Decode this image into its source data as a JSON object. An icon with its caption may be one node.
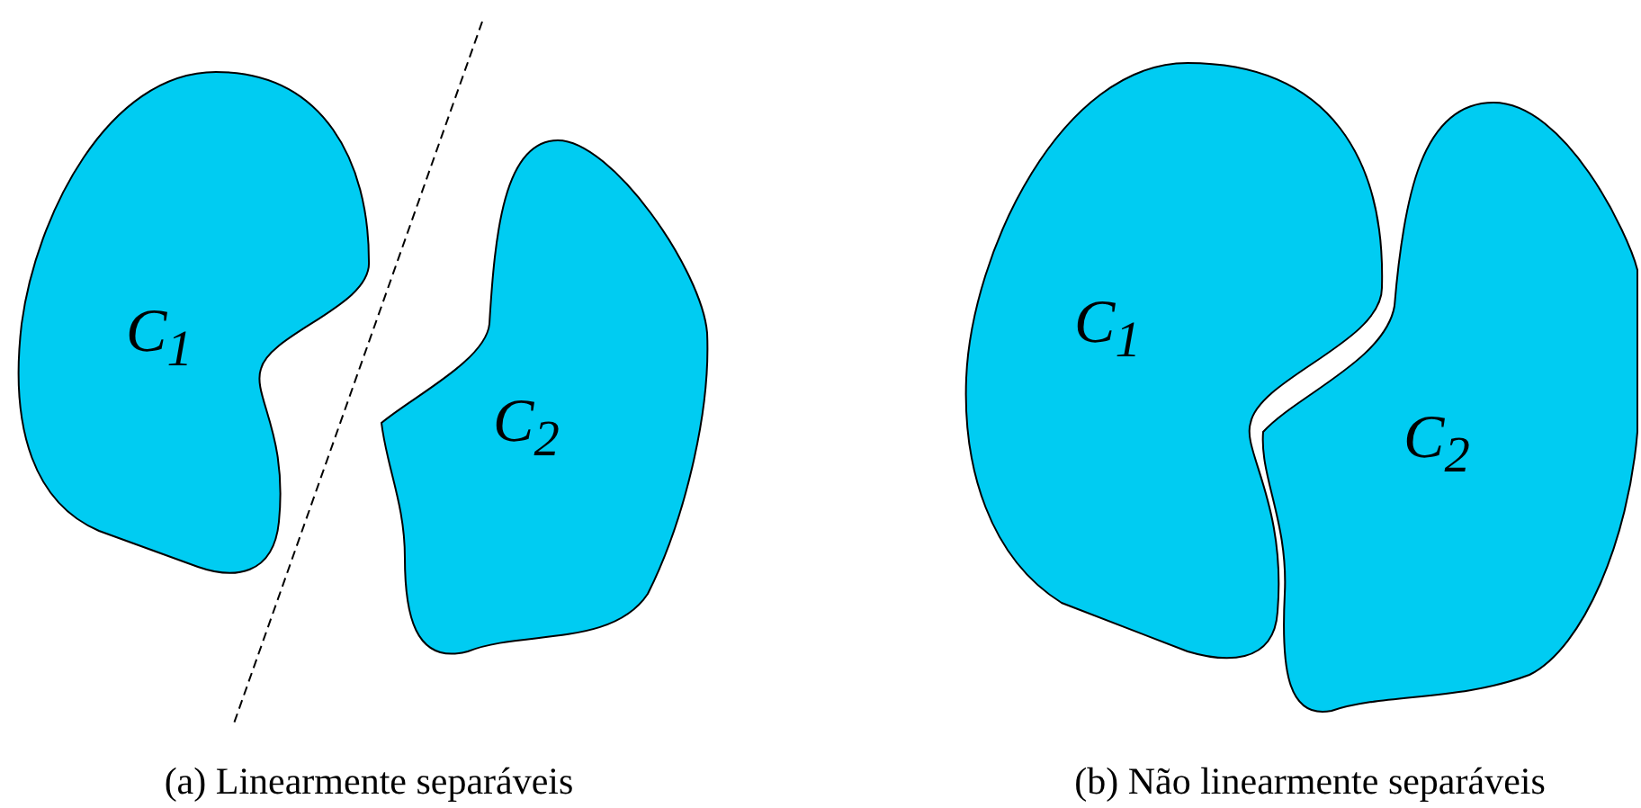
{
  "diagram": {
    "nodes": [
      {
        "text": [
          "C$_{1}$"
        ]
      },
      {
        "text": [
          "C$_{2}$"
        ]
      },
      {
        "text": [
          "C$_{1}$"
        ]
      },
      {
        "text": [
          "C$_{2}$"
        ]
      }
    ],
    "labels": [
      "(a) Linearmente separáveis",
      "(b) Não linearmente separáveis"
    ]
  }
}
